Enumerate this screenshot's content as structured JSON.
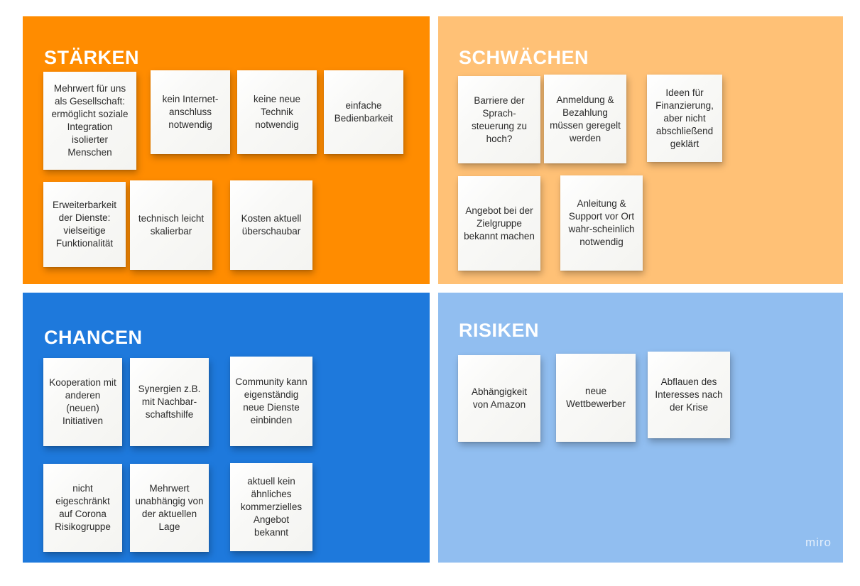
{
  "board": {
    "watermark": "miro",
    "background": "#ffffff"
  },
  "colors": {
    "strengths": "#ff8c00",
    "weaknesses": "#ffc176",
    "chances": "#1e79dc",
    "risks": "#91bef0",
    "note": "#f8f8f6",
    "title_text": "#ffffff",
    "note_text": "#2b2b2b"
  },
  "quadrants": {
    "strengths": {
      "title": "STÄRKEN",
      "notes": [
        {
          "text": "Mehrwert für uns als Gesellschaft: ermöglicht soziale Integration isolierter Menschen"
        },
        {
          "text": "kein Internet-anschluss notwendig"
        },
        {
          "text": "keine neue Technik notwendig"
        },
        {
          "text": "einfache Bedienbarkeit"
        },
        {
          "text": "Erweiterbarkeit der Dienste: vielseitige Funktionalität"
        },
        {
          "text": "technisch leicht skalierbar"
        },
        {
          "text": "Kosten aktuell überschaubar"
        }
      ]
    },
    "weaknesses": {
      "title": "SCHWÄCHEN",
      "notes": [
        {
          "text": "Barriere der Sprach-steuerung zu hoch?"
        },
        {
          "text": "Anmeldung & Bezahlung müssen geregelt werden"
        },
        {
          "text": "Ideen für Finanzierung, aber nicht abschließend geklärt"
        },
        {
          "text": "Angebot bei der Zielgruppe bekannt machen"
        },
        {
          "text": "Anleitung & Support vor Ort wahr-scheinlich notwendig"
        }
      ]
    },
    "chances": {
      "title": "CHANCEN",
      "notes": [
        {
          "text": "Kooperation mit anderen (neuen) Initiativen"
        },
        {
          "text": "Synergien z.B. mit Nachbar-schaftshilfe"
        },
        {
          "text": "Community kann eigenständig neue Dienste einbinden"
        },
        {
          "text": "nicht eigeschränkt auf Corona Risikogruppe"
        },
        {
          "text": "Mehrwert unabhängig von der aktuellen Lage"
        },
        {
          "text": "aktuell kein ähnliches kommerzielles Angebot bekannt"
        }
      ]
    },
    "risks": {
      "title": "RISIKEN",
      "notes": [
        {
          "text": "Abhängigkeit von Amazon"
        },
        {
          "text": "neue Wettbewerber"
        },
        {
          "text": "Abflauen des Interesses nach der Krise"
        }
      ]
    }
  }
}
